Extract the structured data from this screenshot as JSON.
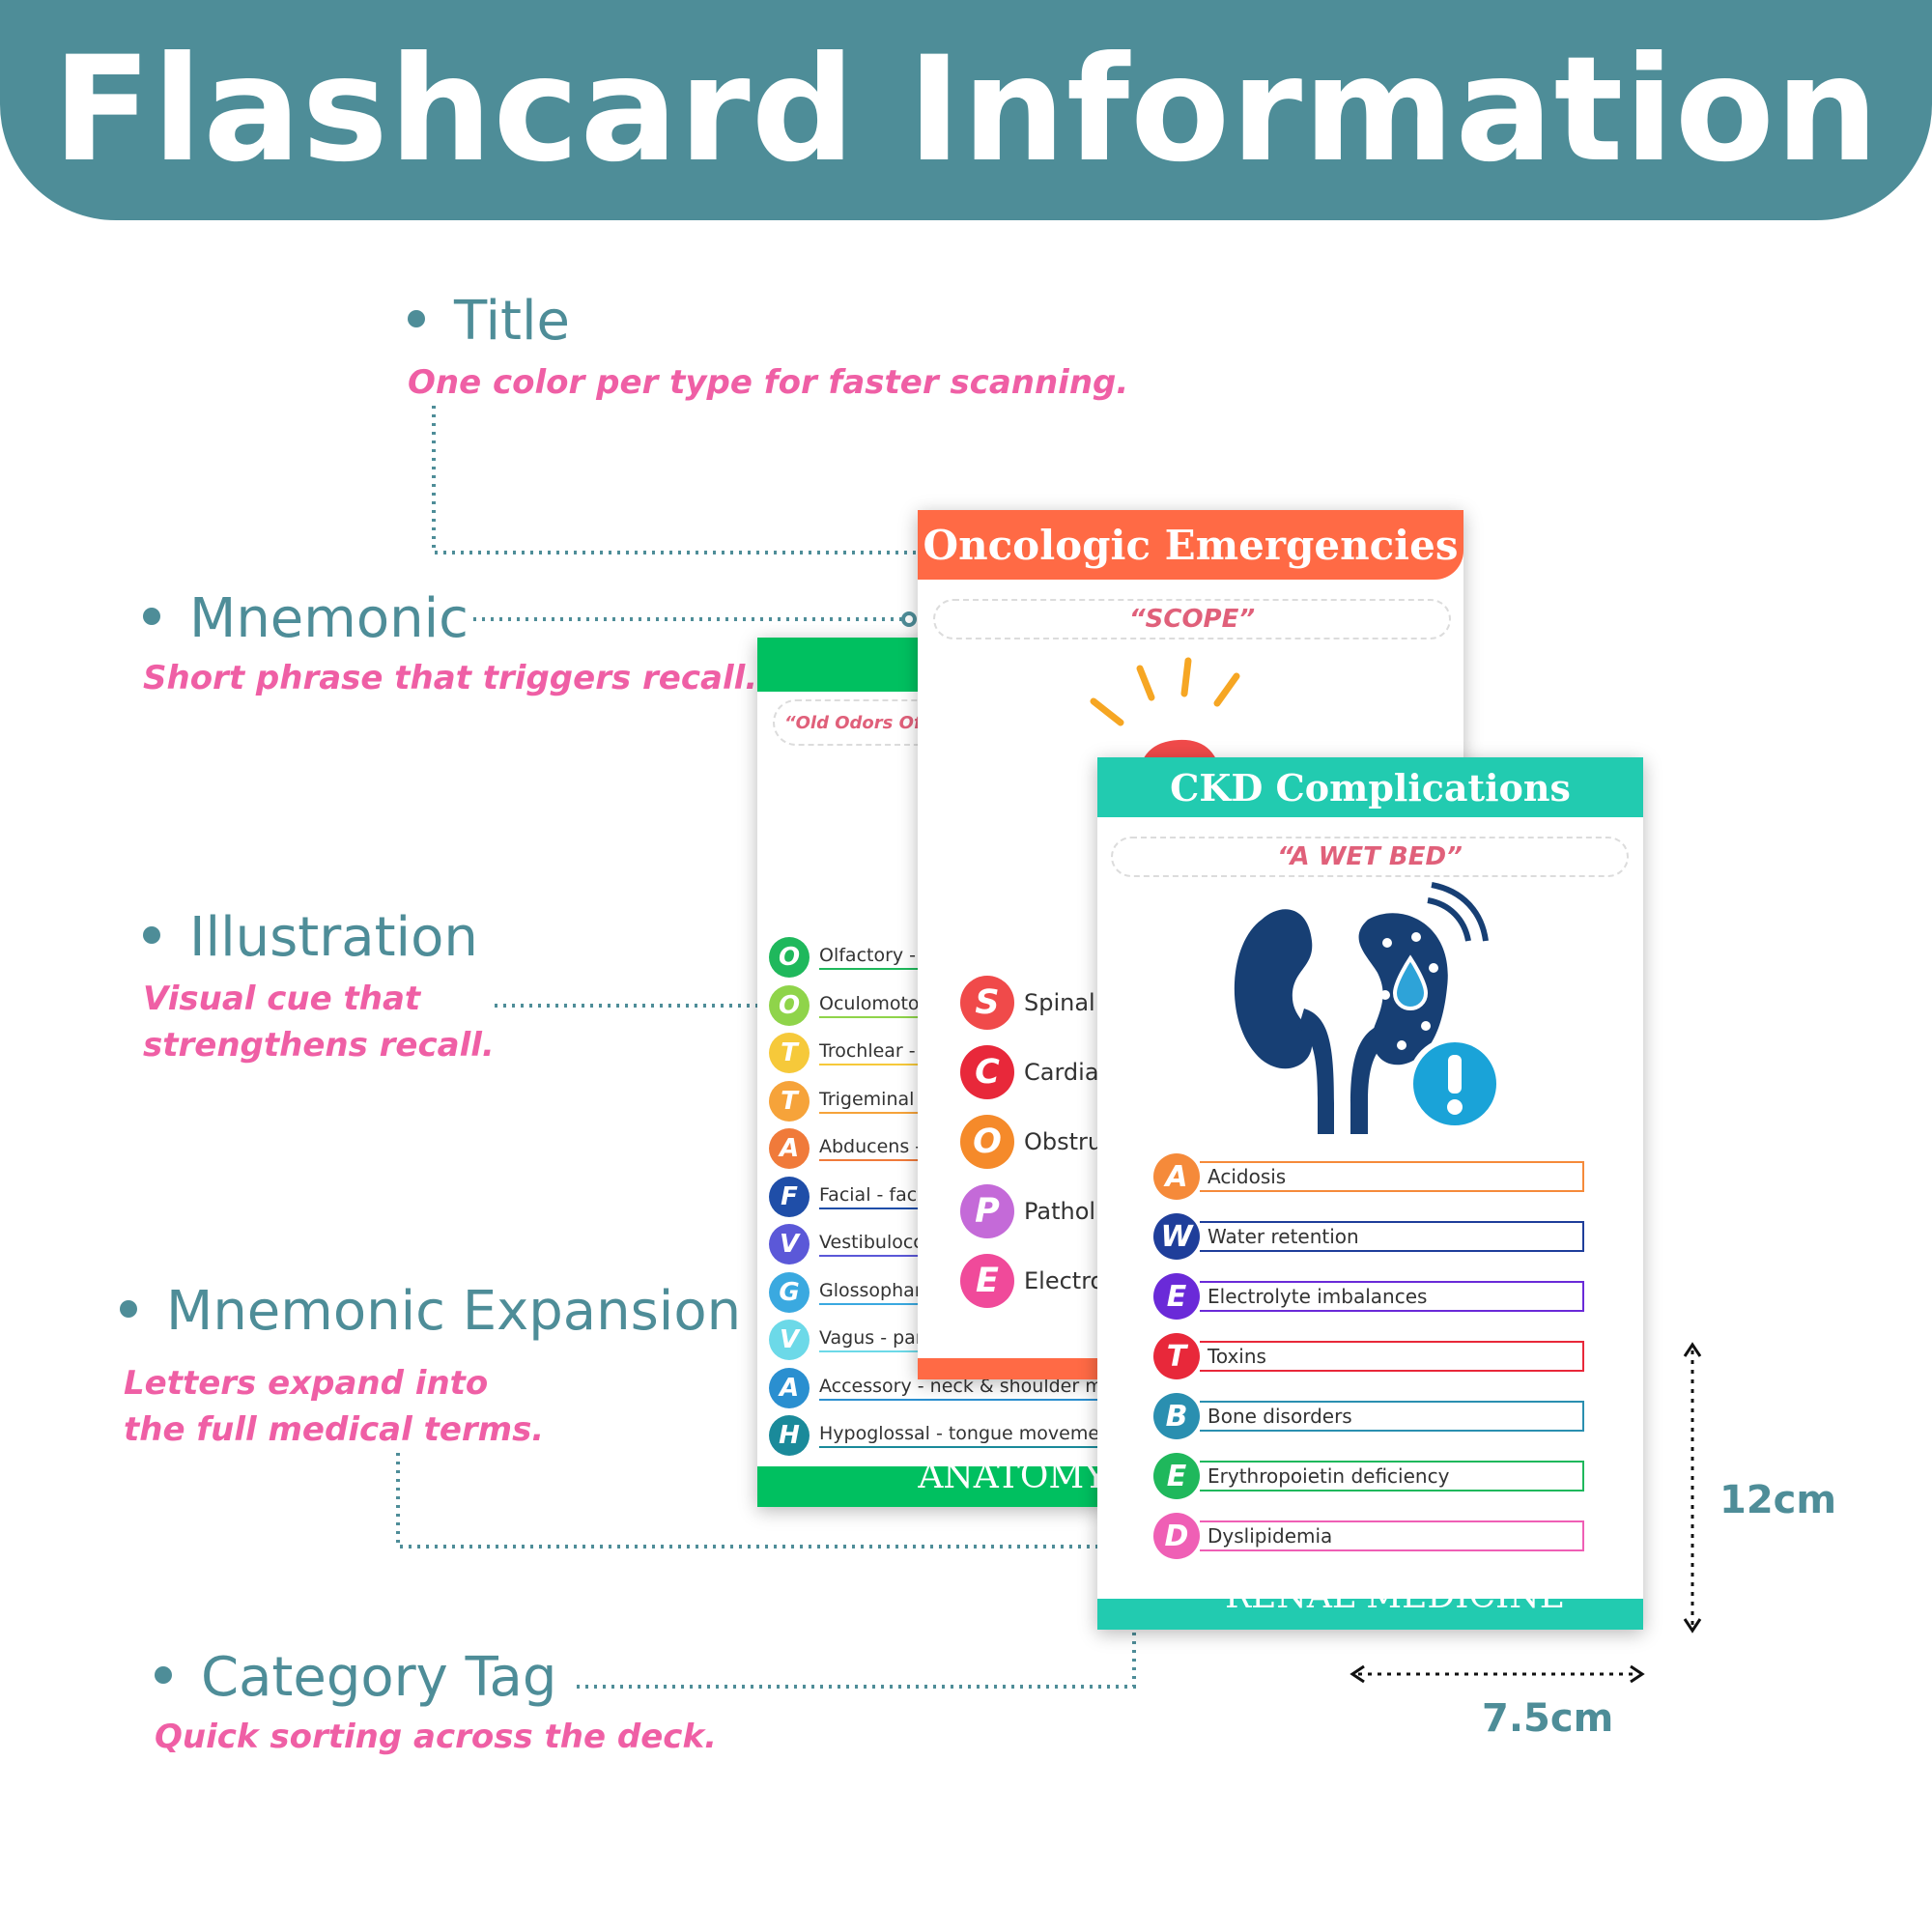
{
  "title": "Flashcard Information",
  "annotations": [
    {
      "label": "Title",
      "desc": [
        "One color per type for faster scanning."
      ]
    },
    {
      "label": "Mnemonic",
      "desc": [
        "Short phrase that triggers recall."
      ]
    },
    {
      "label": "Illustration",
      "desc": [
        "Visual cue that",
        "strengthens recall."
      ]
    },
    {
      "label": "Mnemonic Expansion",
      "desc": [
        "Letters expand into",
        "the full medical terms."
      ]
    },
    {
      "label": "Category Tag",
      "desc": [
        "Quick sorting across the deck."
      ]
    }
  ],
  "dimensions": {
    "height": "12cm",
    "width": "7.5cm"
  },
  "cards": {
    "anatomy": {
      "title": "C",
      "mnemonic": "“Old Odors Often ",
      "tag": "ANATOMY",
      "color": "#00c060",
      "rows": [
        {
          "letter": "O",
          "text": "Olfactory - ",
          "color": "#1fb85c"
        },
        {
          "letter": "O",
          "text": "Oculomoto",
          "color": "#8fd44a"
        },
        {
          "letter": "T",
          "text": "Trochlear - ",
          "color": "#f6c93a"
        },
        {
          "letter": "T",
          "text": "Trigeminal",
          "color": "#f6a33a"
        },
        {
          "letter": "A",
          "text": "Abducens - ",
          "color": "#f07a3a"
        },
        {
          "letter": "F",
          "text": "Facial - faci",
          "color": "#1f4ea8"
        },
        {
          "letter": "V",
          "text": "Vestibulocc",
          "color": "#5b58d8"
        },
        {
          "letter": "G",
          "text": "Glossophar",
          "color": "#3aa9e0"
        },
        {
          "letter": "V",
          "text": "Vagus - par",
          "color": "#6cd9e8"
        },
        {
          "letter": "A",
          "text": "Accessory - neck & shoulder mov",
          "color": "#2a8fd0"
        },
        {
          "letter": "H",
          "text": "Hypoglossal - tongue movement",
          "color": "#1a8a9a"
        }
      ]
    },
    "oncology": {
      "title": "Oncologic Emergencies",
      "mnemonic": "“SCOPE”",
      "color": "#ff6a45",
      "rows": [
        {
          "letter": "S",
          "text": "Spinal",
          "color": "#f04a4a"
        },
        {
          "letter": "C",
          "text": "Cardia",
          "color": "#e8283a"
        },
        {
          "letter": "O",
          "text": "Obstru",
          "color": "#f58a2a"
        },
        {
          "letter": "P",
          "text": "Pathol",
          "color": "#c46ad8"
        },
        {
          "letter": "E",
          "text": "Electro",
          "color": "#f04a9a"
        }
      ]
    },
    "ckd": {
      "title": "CKD Complications",
      "mnemonic": "“A WET BED”",
      "tag": "RENAL MEDICINE",
      "color": "#22cbb0",
      "rows": [
        {
          "letter": "A",
          "text": "Acidosis",
          "color": "#f58a3a"
        },
        {
          "letter": "W",
          "text": "Water retention",
          "color": "#1f3e9a"
        },
        {
          "letter": "E",
          "text": "Electrolyte imbalances",
          "color": "#6a2ad8"
        },
        {
          "letter": "T",
          "text": "Toxins",
          "color": "#e8283a"
        },
        {
          "letter": "B",
          "text": "Bone disorders",
          "color": "#2a8fb0"
        },
        {
          "letter": "E",
          "text": "Erythropoietin deficiency",
          "color": "#1fb85c"
        },
        {
          "letter": "D",
          "text": "Dyslipidemia",
          "color": "#ef5fb5"
        }
      ]
    }
  }
}
